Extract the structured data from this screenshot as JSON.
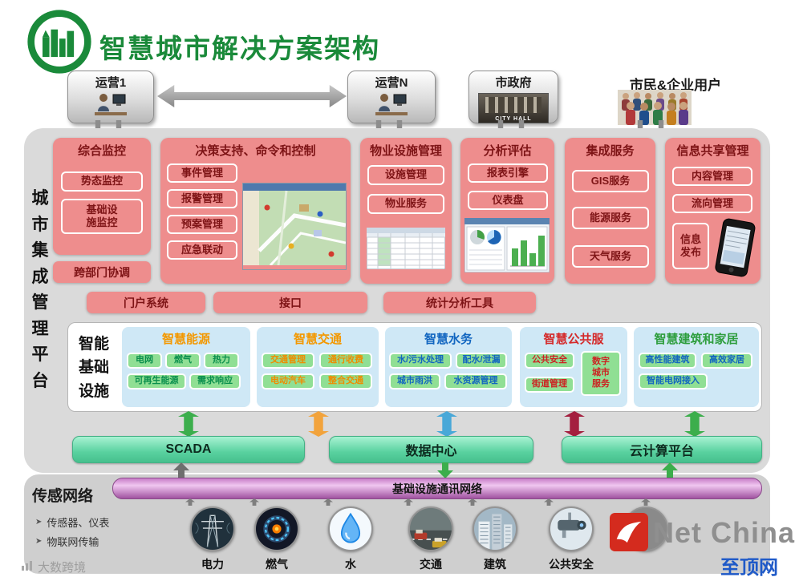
{
  "title": {
    "text": "智慧城市解决方案架构"
  },
  "actors": {
    "ops1": "运营1",
    "opsN": "运营N",
    "gov": "市政府",
    "city_hall": "CITY HALL",
    "citizens": "市民&企业用户"
  },
  "platform": {
    "side_label": "城市集成管理平台",
    "monitoring": {
      "title": "综合监控",
      "items": [
        "势态监控",
        "基础设\n施监控"
      ]
    },
    "cross_dept": "跨部门协调",
    "decision": {
      "title": "决策支持、命令和控制",
      "items": [
        "事件管理",
        "报警管理",
        "预案管理",
        "应急联动"
      ]
    },
    "property": {
      "title": "物业设施管理",
      "items": [
        "设施管理",
        "物业服务"
      ]
    },
    "analysis": {
      "title": "分析评估",
      "items": [
        "报表引擎",
        "仪表盘"
      ]
    },
    "integration": {
      "title": "集成服务",
      "items": [
        "GIS服务",
        "能源服务",
        "天气服务"
      ]
    },
    "info_share": {
      "title": "信息共享管理",
      "items": [
        "内容管理",
        "流向管理",
        "信息\n发布"
      ]
    },
    "bars": [
      "门户系统",
      "接口",
      "统计分析工具"
    ]
  },
  "infra": {
    "label": "智能基础设施",
    "columns": [
      {
        "title": "智慧能源",
        "items": [
          "电网",
          "燃气",
          "热力",
          "可再生能源",
          "需求响应"
        ]
      },
      {
        "title": "智慧交通",
        "items": [
          "交通管理",
          "通行收费",
          "电动汽车",
          "整合交通"
        ]
      },
      {
        "title": "智慧水务",
        "items": [
          "水/污水处理",
          "配水/泄漏",
          "城市雨洪",
          "水资源管理"
        ]
      },
      {
        "title": "智慧公共服",
        "items": [
          "公共安全",
          "街道管理",
          "数字\n城市\n服务"
        ]
      },
      {
        "title": "智慧建筑和家居",
        "items": [
          "高性能建筑",
          "高效家居",
          "智能电网接入"
        ]
      }
    ]
  },
  "compute": {
    "scada": "SCADA",
    "datacenter": "数据中心",
    "cloud": "云计算平台"
  },
  "sensor": {
    "label": "传感网络",
    "backbone": "基础设施通讯网络",
    "bullet_icon": "➤",
    "bullets": [
      "传感器、仪表",
      "物联网传输"
    ],
    "nodes": [
      "电力",
      "燃气",
      "水",
      "交通",
      "建筑",
      "公共安全"
    ]
  },
  "watermark": {
    "left": "大数跨境",
    "brand": "Net China",
    "brand_sub": "至顶网"
  },
  "colors": {
    "title_green": "#1a8a3a",
    "block_pink": "#ee8d8d",
    "block_text_maroon": "#7e1416",
    "infra_blue": "#cfe8f6",
    "button_green": "#90df94",
    "mint_bar": "#59d19f",
    "network_purple": "#c77cc7",
    "panel_gray": "#dadada"
  }
}
